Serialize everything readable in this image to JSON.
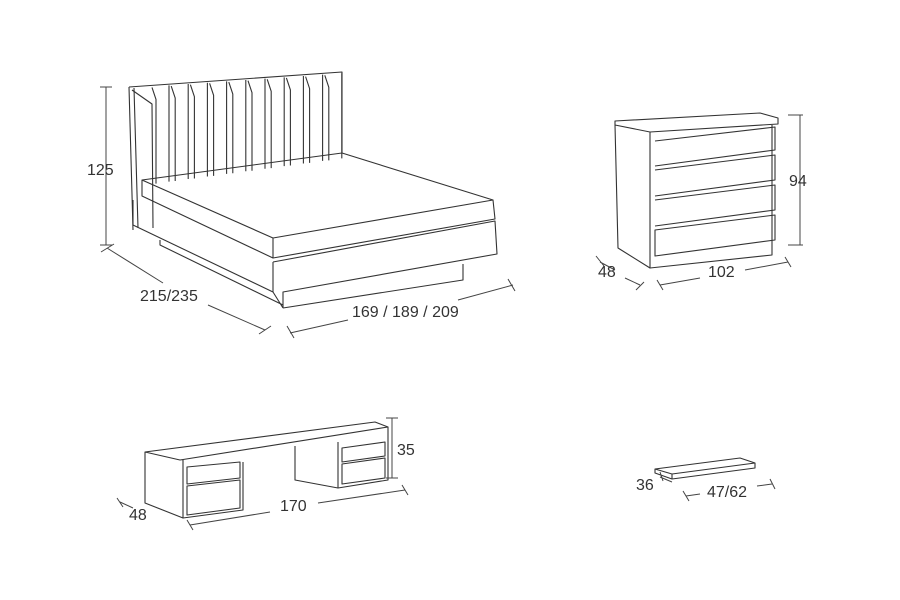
{
  "bed": {
    "height": "125",
    "length": "215/235",
    "width": "169 / 189 / 209"
  },
  "dresser": {
    "height": "94",
    "depth": "48",
    "width": "102"
  },
  "bench": {
    "height": "35",
    "depth": "48",
    "width": "170"
  },
  "shelf": {
    "depth": "36",
    "width": "47/62"
  }
}
